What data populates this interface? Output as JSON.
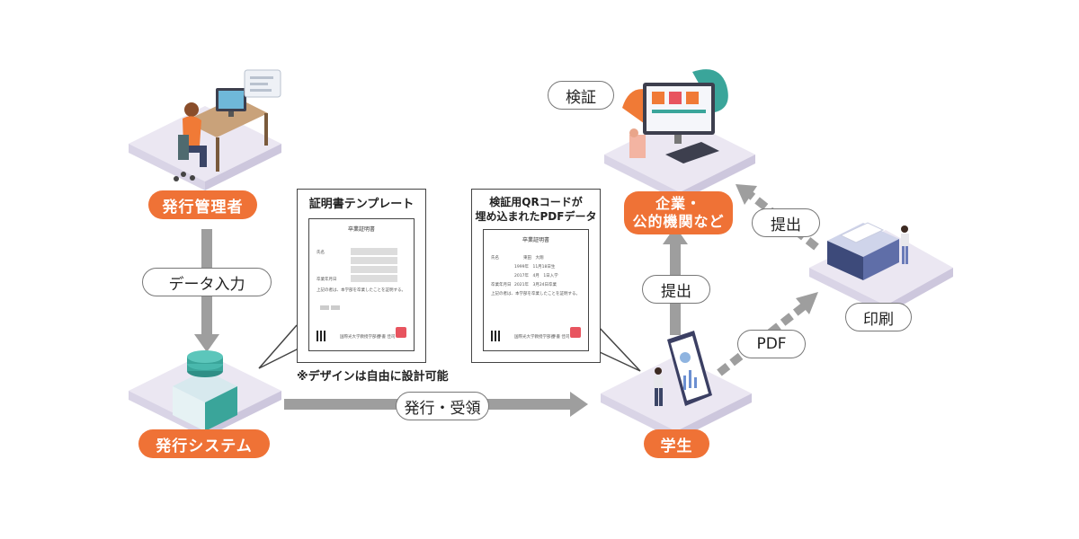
{
  "nodes": {
    "issuer_admin": "発行管理者",
    "issuing_system": "発行システム",
    "student": "学生",
    "company": "企業・\n公的機関など",
    "verify": "検証",
    "print": "印刷"
  },
  "edges": {
    "data_entry": "データ入力",
    "issue_receive": "発行・受領",
    "submit_company": "提出",
    "submit_printer": "提出",
    "pdf": "PDF"
  },
  "template_doc": {
    "title": "証明書テンプレート",
    "cert_heading": "卒業証明書",
    "field_name": "氏名",
    "field_date": "卒業年月日",
    "body_text": "上記の者は、本学部を卒業したことを証明する。",
    "footer_org": "国際光大学教授学部長",
    "signer": "手書 佳司"
  },
  "template_note": "※デザインは自由に設計可能",
  "pdf_doc": {
    "title": "検証用QRコードが\n埋め込まれたPDFデータ",
    "cert_heading": "卒業証明書",
    "field_name": "氏名",
    "name_value": "東田　大翔",
    "birth_value": "1999年　11月18日生",
    "entry_value": "2017年　4月　1日入学",
    "grad_label": "卒業年月日",
    "grad_value": "2021年　3月24日卒業",
    "body_text": "上記の者は、本学部を卒業したことを証明する。",
    "footer_org": "国際光大学教授学部長",
    "signer": "手書 佳司"
  },
  "colors": {
    "accent": "#ef7236",
    "arrow_gray": "#9e9e9e",
    "platform": "#ece8f3",
    "teal": "#3aa59a"
  }
}
